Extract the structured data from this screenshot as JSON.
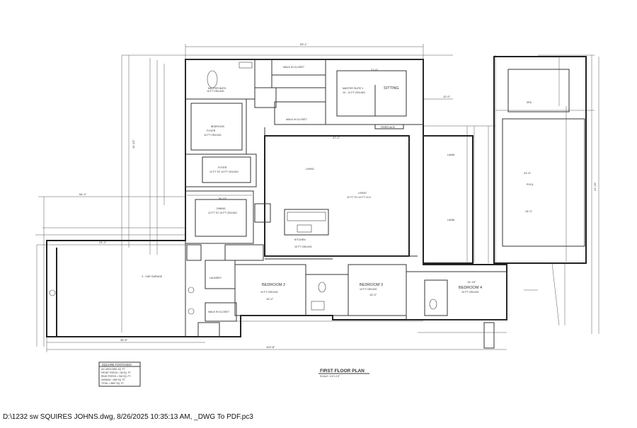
{
  "plan": {
    "title": "FIRST FLOOR PLAN",
    "scale": "SCALE: 1/4\"=1'0\""
  },
  "rooms": {
    "master_bath": "MASTER BATH",
    "walk_in_closet_top": "WALK IN CLOSET",
    "master_suite": "MASTER SUITE 1",
    "sitting": "SITTING",
    "walk_in_closet_mid": "WALK IN CLOSET",
    "bedroom_1": "BEDROOM",
    "foyer": "FOYER",
    "living": "LIVING",
    "dining": "DINING",
    "kitchen": "KITCHEN",
    "lanai_upper": "LANAI",
    "lanai_lower": "LANAI",
    "spa": "SPA",
    "pool": "POOL",
    "garage": "3 - CAR GARAGE",
    "laundry": "LAUNDRY",
    "bedroom_2": "BEDROOM 2",
    "bedroom_3": "BEDROOM 3",
    "bedroom_4": "BEDROOM 4",
    "walk_in_closet_low": "WALK IN CLOSET",
    "fireplace": "FIREPLACE"
  },
  "ceilings": {
    "master_bath": "10 FT CEILING",
    "master_suite": "10 - 12 FT CEILING",
    "bedroom_1": "10 FT CEILING",
    "foyer": "12 FT TO 14 FT CEILING",
    "living": "12 FT TO 14 FT CLG",
    "dining": "12 FT TO 14 FT CEILING",
    "kitchen": "10 FT CEILING",
    "bedroom_2": "10 FT CEILING",
    "bedroom_3": "10 FT CEILING",
    "bedroom_4": "10 FT CEILING"
  },
  "dimensions": {
    "overall_top": "53'-1\"",
    "overall_bottom": "103'-8\"",
    "garage_bottom": "35'-8\"",
    "garage_side": "24'-4\"",
    "left_top": "42'-10\"",
    "left_mid": "54'-4\"",
    "living_width": "37'-0\"",
    "pool_width": "24'-5\"",
    "pool_len": "14'-0\"",
    "right_overall": "21'-29\"",
    "master_w": "21'-0\"",
    "bed2_w": "15'-4\"",
    "bed3_w": "14'-0\"",
    "bed4_w": "14'-10\"",
    "dining_w": "14'-10\"",
    "lanai_left": "12'-0\""
  },
  "square_footages": {
    "heading": "SQUARE FOOTAGES",
    "rows": [
      "A/C AREA  3881 SQ. FT.",
      "FRONT PORCH  = 86 SQ. FT.",
      "REAR PORCH  = 918 SQ. FT.",
      "GARAGE  = 880 SQ. FT.",
      "TOTAL = 5857 SQ. FT."
    ]
  },
  "footer": "D:\\1232 sw SQUIRES JOHNS.dwg, 8/26/2025 10:35:13 AM, _DWG To PDF.pc3",
  "colors": {
    "line": "#222222",
    "paper": "#ffffff"
  }
}
